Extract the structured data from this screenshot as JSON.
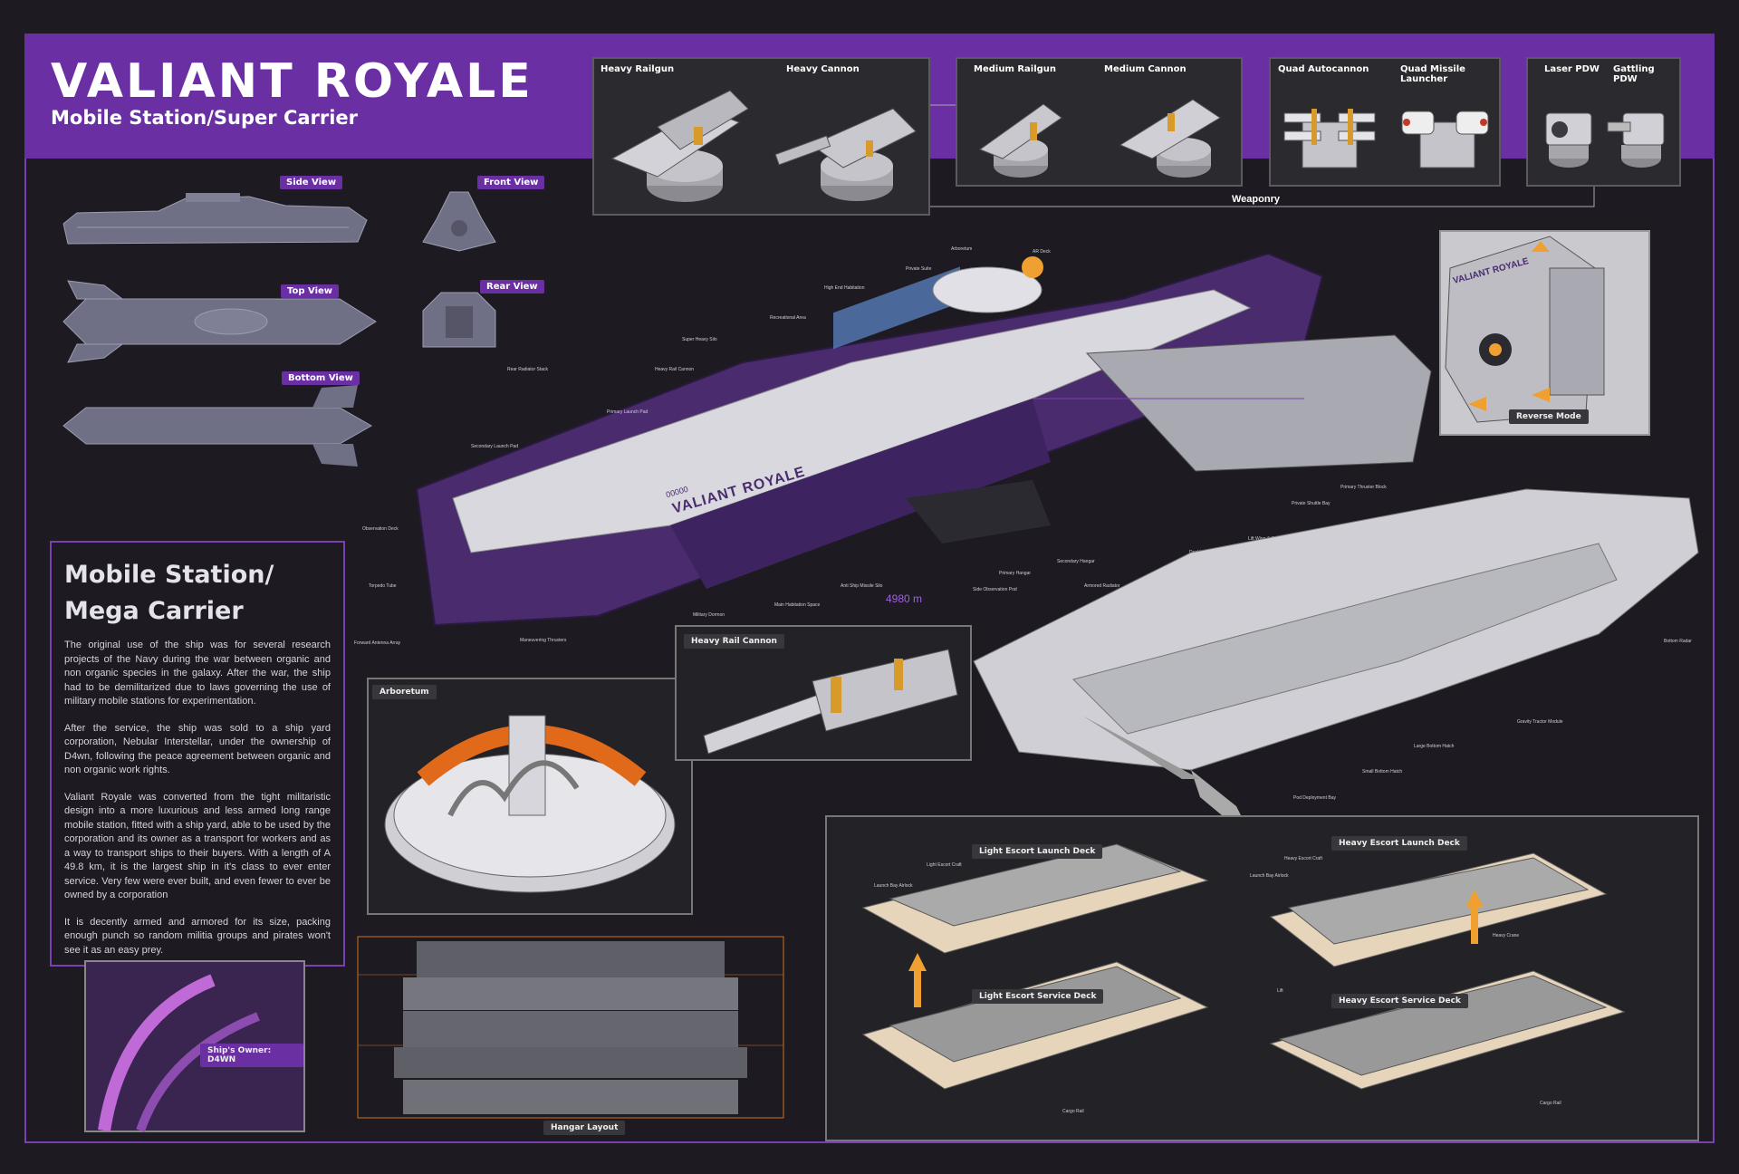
{
  "header": {
    "title": "VALIANT ROYALE",
    "subtitle": "Mobile Station/Super Carrier"
  },
  "views": {
    "side": "Side View",
    "front": "Front View",
    "top": "Top View",
    "rear": "Rear View",
    "bottom": "Bottom View",
    "rear_callout": "Rear Radiator Stack"
  },
  "weaponry": {
    "section_label": "Weaponry",
    "groups": [
      {
        "left": "Heavy Railgun",
        "right": "Heavy Cannon"
      },
      {
        "left": "Medium Railgun",
        "right": "Medium Cannon"
      },
      {
        "left": "Quad Autocannon",
        "right": "Quad Missile Launcher"
      },
      {
        "left": "Laser PDW",
        "right": "Gattling PDW"
      }
    ]
  },
  "ship": {
    "hull_name": "VALIANT ROYALE",
    "hull_number": "00000",
    "length_label": "4980 m",
    "callouts_top": [
      "Arboretum",
      "AR Deck",
      "Private Suite",
      "High End Habitation",
      "Recreational Area",
      "Super Heavy Silo",
      "Heavy Rail Cannon",
      "Primary Launch Pad",
      "Secondary Launch Pad",
      "Observation Deck",
      "Torpedo Tube",
      "Forward Antenna Array",
      "Maneuvering Thrusters",
      "Military Dormon",
      "Main Habitation Space",
      "Anti Ship Missile Silo",
      "Side Observation Pod",
      "Primary Hangar",
      "Secondary Hangar",
      "Docking Umbilical",
      "Lift Wing & Sensor Array",
      "Private Shuttle Bay",
      "Primary Thruster Block"
    ],
    "callouts_bottom": [
      "Armored Radiator",
      "Bottom Radar",
      "Gravity Tractor Module",
      "Large Bottom Hatch",
      "Small Bottom Hatch",
      "Pod Deployment Bay"
    ]
  },
  "reverse": {
    "label": "Reverse Mode",
    "hull_text": "VALIANT ROYALE"
  },
  "description": {
    "heading_1": "Mobile Station/",
    "heading_2": "Mega Carrier",
    "p1": "The original use of the ship was for several research projects of the Navy during the war between organic and non organic species in the galaxy. After the war, the ship had to be demilitarized due to laws governing the use of military mobile stations for experimentation.",
    "p2": "After the service, the ship was sold to a ship yard corporation, Nebular Interstellar, under the ownership of D4wn, following the peace agreement between organic and non organic work rights.",
    "p3": "Valiant Royale was converted from the tight militaristic design into a more luxurious and less armed long range mobile station, fitted with a ship yard, able to be used by the corporation and its owner as a transport for workers and as a way to transport ships to their buyers. With a length of A 49.8 km, it is the largest ship in it's class to ever enter service. Very few were ever built, and even fewer to ever be owned by a corporation",
    "p4": "It is decently armed and armored for its size, packing enough punch so random militia groups and pirates won't see it as an easy prey."
  },
  "owner": {
    "label": "Ship's Owner: D4WN"
  },
  "panels": {
    "arboretum": "Arboretum",
    "heavy_rail_cannon": "Heavy Rail Cannon",
    "hangar_layout": "Hangar Layout"
  },
  "decks": {
    "light_launch": "Light Escort Launch Deck",
    "light_service": "Light Escort Service Deck",
    "heavy_launch": "Heavy Escort Launch Deck",
    "heavy_service": "Heavy Escort Service Deck",
    "callouts": {
      "light_craft": "Light Escort Craft",
      "launch_airlock_1": "Launch Bay Airlock",
      "cargo_rail_1": "Cargo Rail",
      "heavy_craft": "Heavy Escort Craft",
      "launch_airlock_2": "Launch Bay Airlock",
      "heavy_crane": "Heavy Crane",
      "lift": "Lift",
      "cargo_rail_2": "Cargo Rail"
    }
  },
  "colors": {
    "accent": "#6a2fa3",
    "background": "#1d1b21",
    "hull_purple": "#4a2c6e",
    "hull_white": "#dcdce2",
    "lift_arrow": "#f0a030",
    "orange": "#e06a1a"
  }
}
